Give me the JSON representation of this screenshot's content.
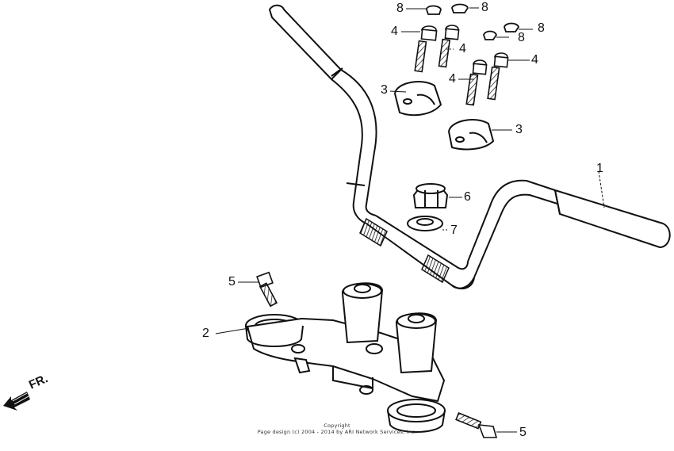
{
  "diagram": {
    "callouts": [
      {
        "id": "c1",
        "label": "1"
      },
      {
        "id": "c2",
        "label": "2"
      },
      {
        "id": "c3a",
        "label": "3"
      },
      {
        "id": "c3b",
        "label": "3"
      },
      {
        "id": "c4a",
        "label": "4"
      },
      {
        "id": "c4b",
        "label": "4"
      },
      {
        "id": "c4c",
        "label": "4"
      },
      {
        "id": "c4d",
        "label": "4"
      },
      {
        "id": "c5a",
        "label": "5"
      },
      {
        "id": "c5b",
        "label": "5"
      },
      {
        "id": "c6",
        "label": "6"
      },
      {
        "id": "c7",
        "label": "7"
      },
      {
        "id": "c8a",
        "label": "8"
      },
      {
        "id": "c8b",
        "label": "8"
      },
      {
        "id": "c8c",
        "label": "8"
      },
      {
        "id": "c8d",
        "label": "8"
      }
    ],
    "direction_label": "FR.",
    "copyright_line1": "Copyright",
    "copyright_line2": "Page design (c) 2004 - 2014 by ARI Network Services, Inc."
  }
}
